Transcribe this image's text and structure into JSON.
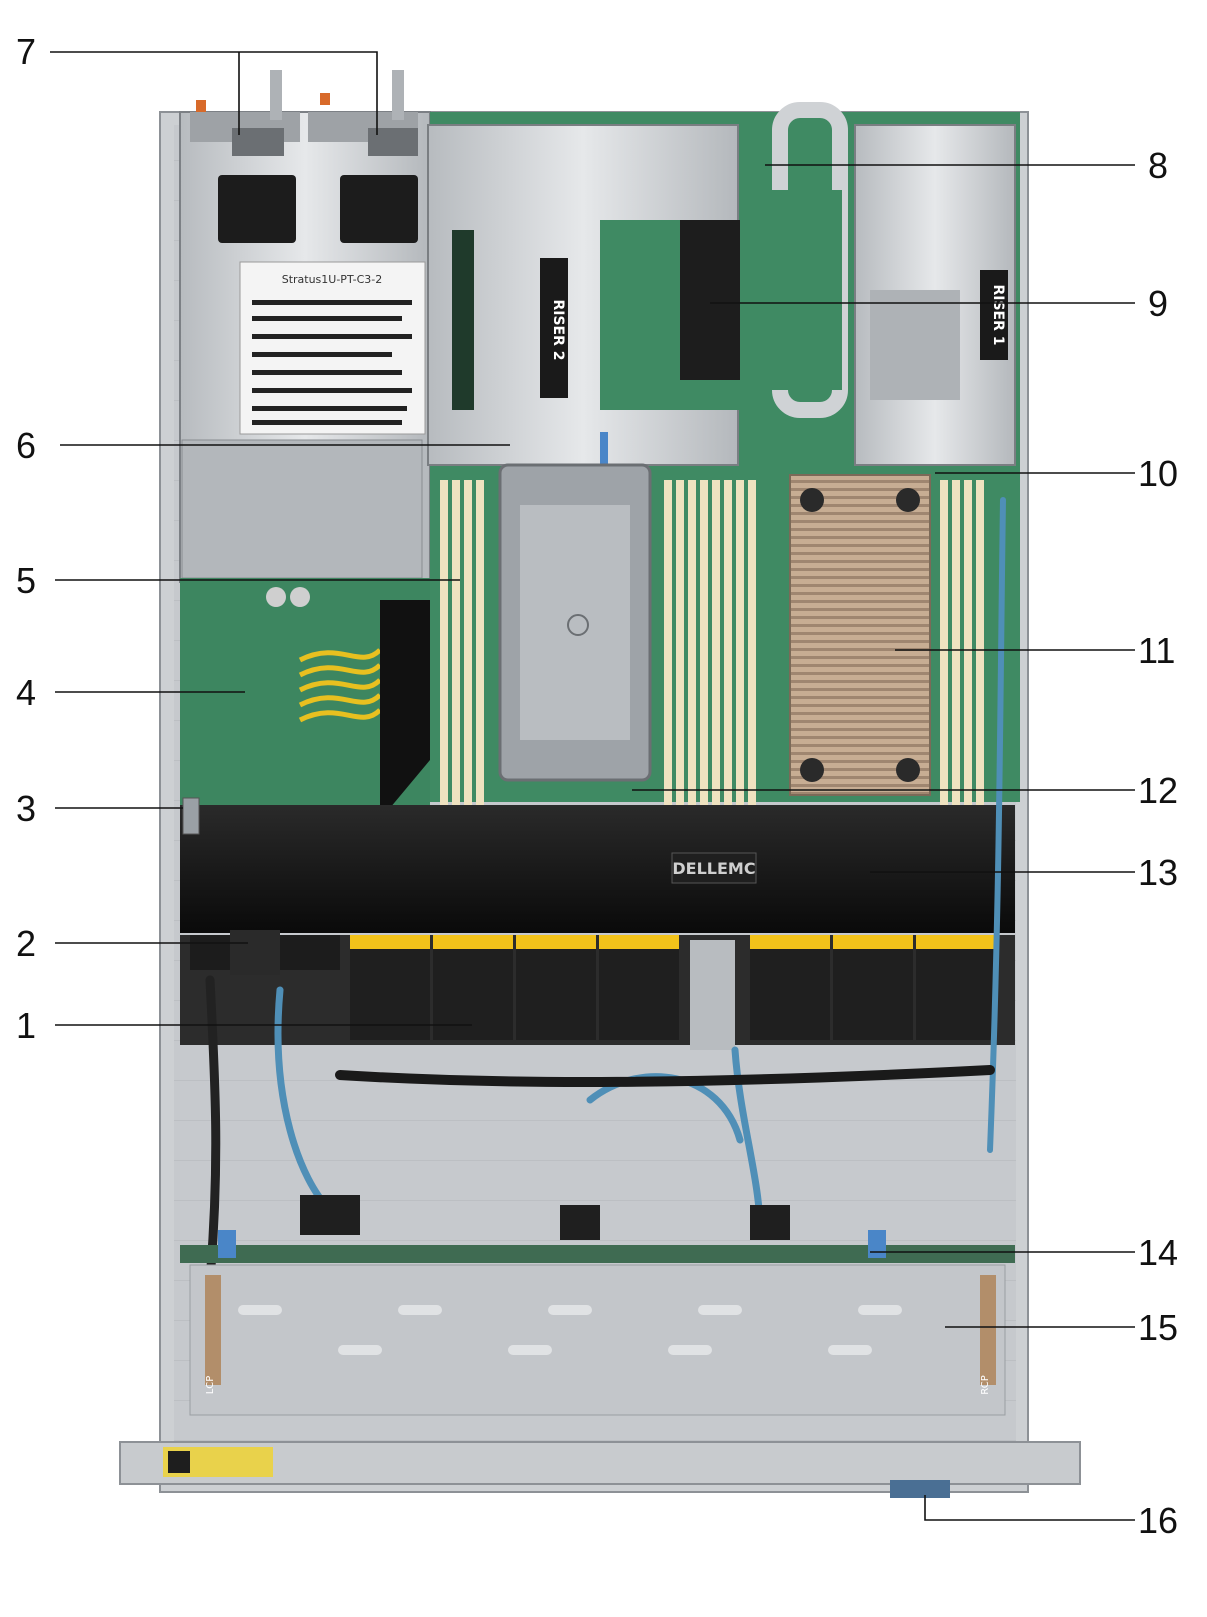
{
  "labels": {
    "riser2": "RISER 2",
    "riser1": "RISER 1",
    "psu_label_title": "Stratus1U-PT-C3-2",
    "brand": "DELLEMC",
    "lcp": "LCP",
    "rcp": "RCP"
  },
  "callouts": [
    {
      "id": "1",
      "text": "1"
    },
    {
      "id": "2",
      "text": "2"
    },
    {
      "id": "3",
      "text": "3"
    },
    {
      "id": "4",
      "text": "4"
    },
    {
      "id": "5",
      "text": "5"
    },
    {
      "id": "6",
      "text": "6"
    },
    {
      "id": "7",
      "text": "7"
    },
    {
      "id": "8",
      "text": "8"
    },
    {
      "id": "9",
      "text": "9"
    },
    {
      "id": "10",
      "text": "10"
    },
    {
      "id": "11",
      "text": "11"
    },
    {
      "id": "12",
      "text": "12"
    },
    {
      "id": "13",
      "text": "13"
    },
    {
      "id": "14",
      "text": "14"
    },
    {
      "id": "15",
      "text": "15"
    },
    {
      "id": "16",
      "text": "16"
    }
  ],
  "colors": {
    "chassis": "#c9ccd0",
    "board": "#3f8a63",
    "shroud": "#121212",
    "dimm": "#efe2c0",
    "heatsink": "#c2a88d",
    "fan_label": "#f2c21a",
    "blue_touch": "#4a86c8",
    "callout": "#111111"
  }
}
